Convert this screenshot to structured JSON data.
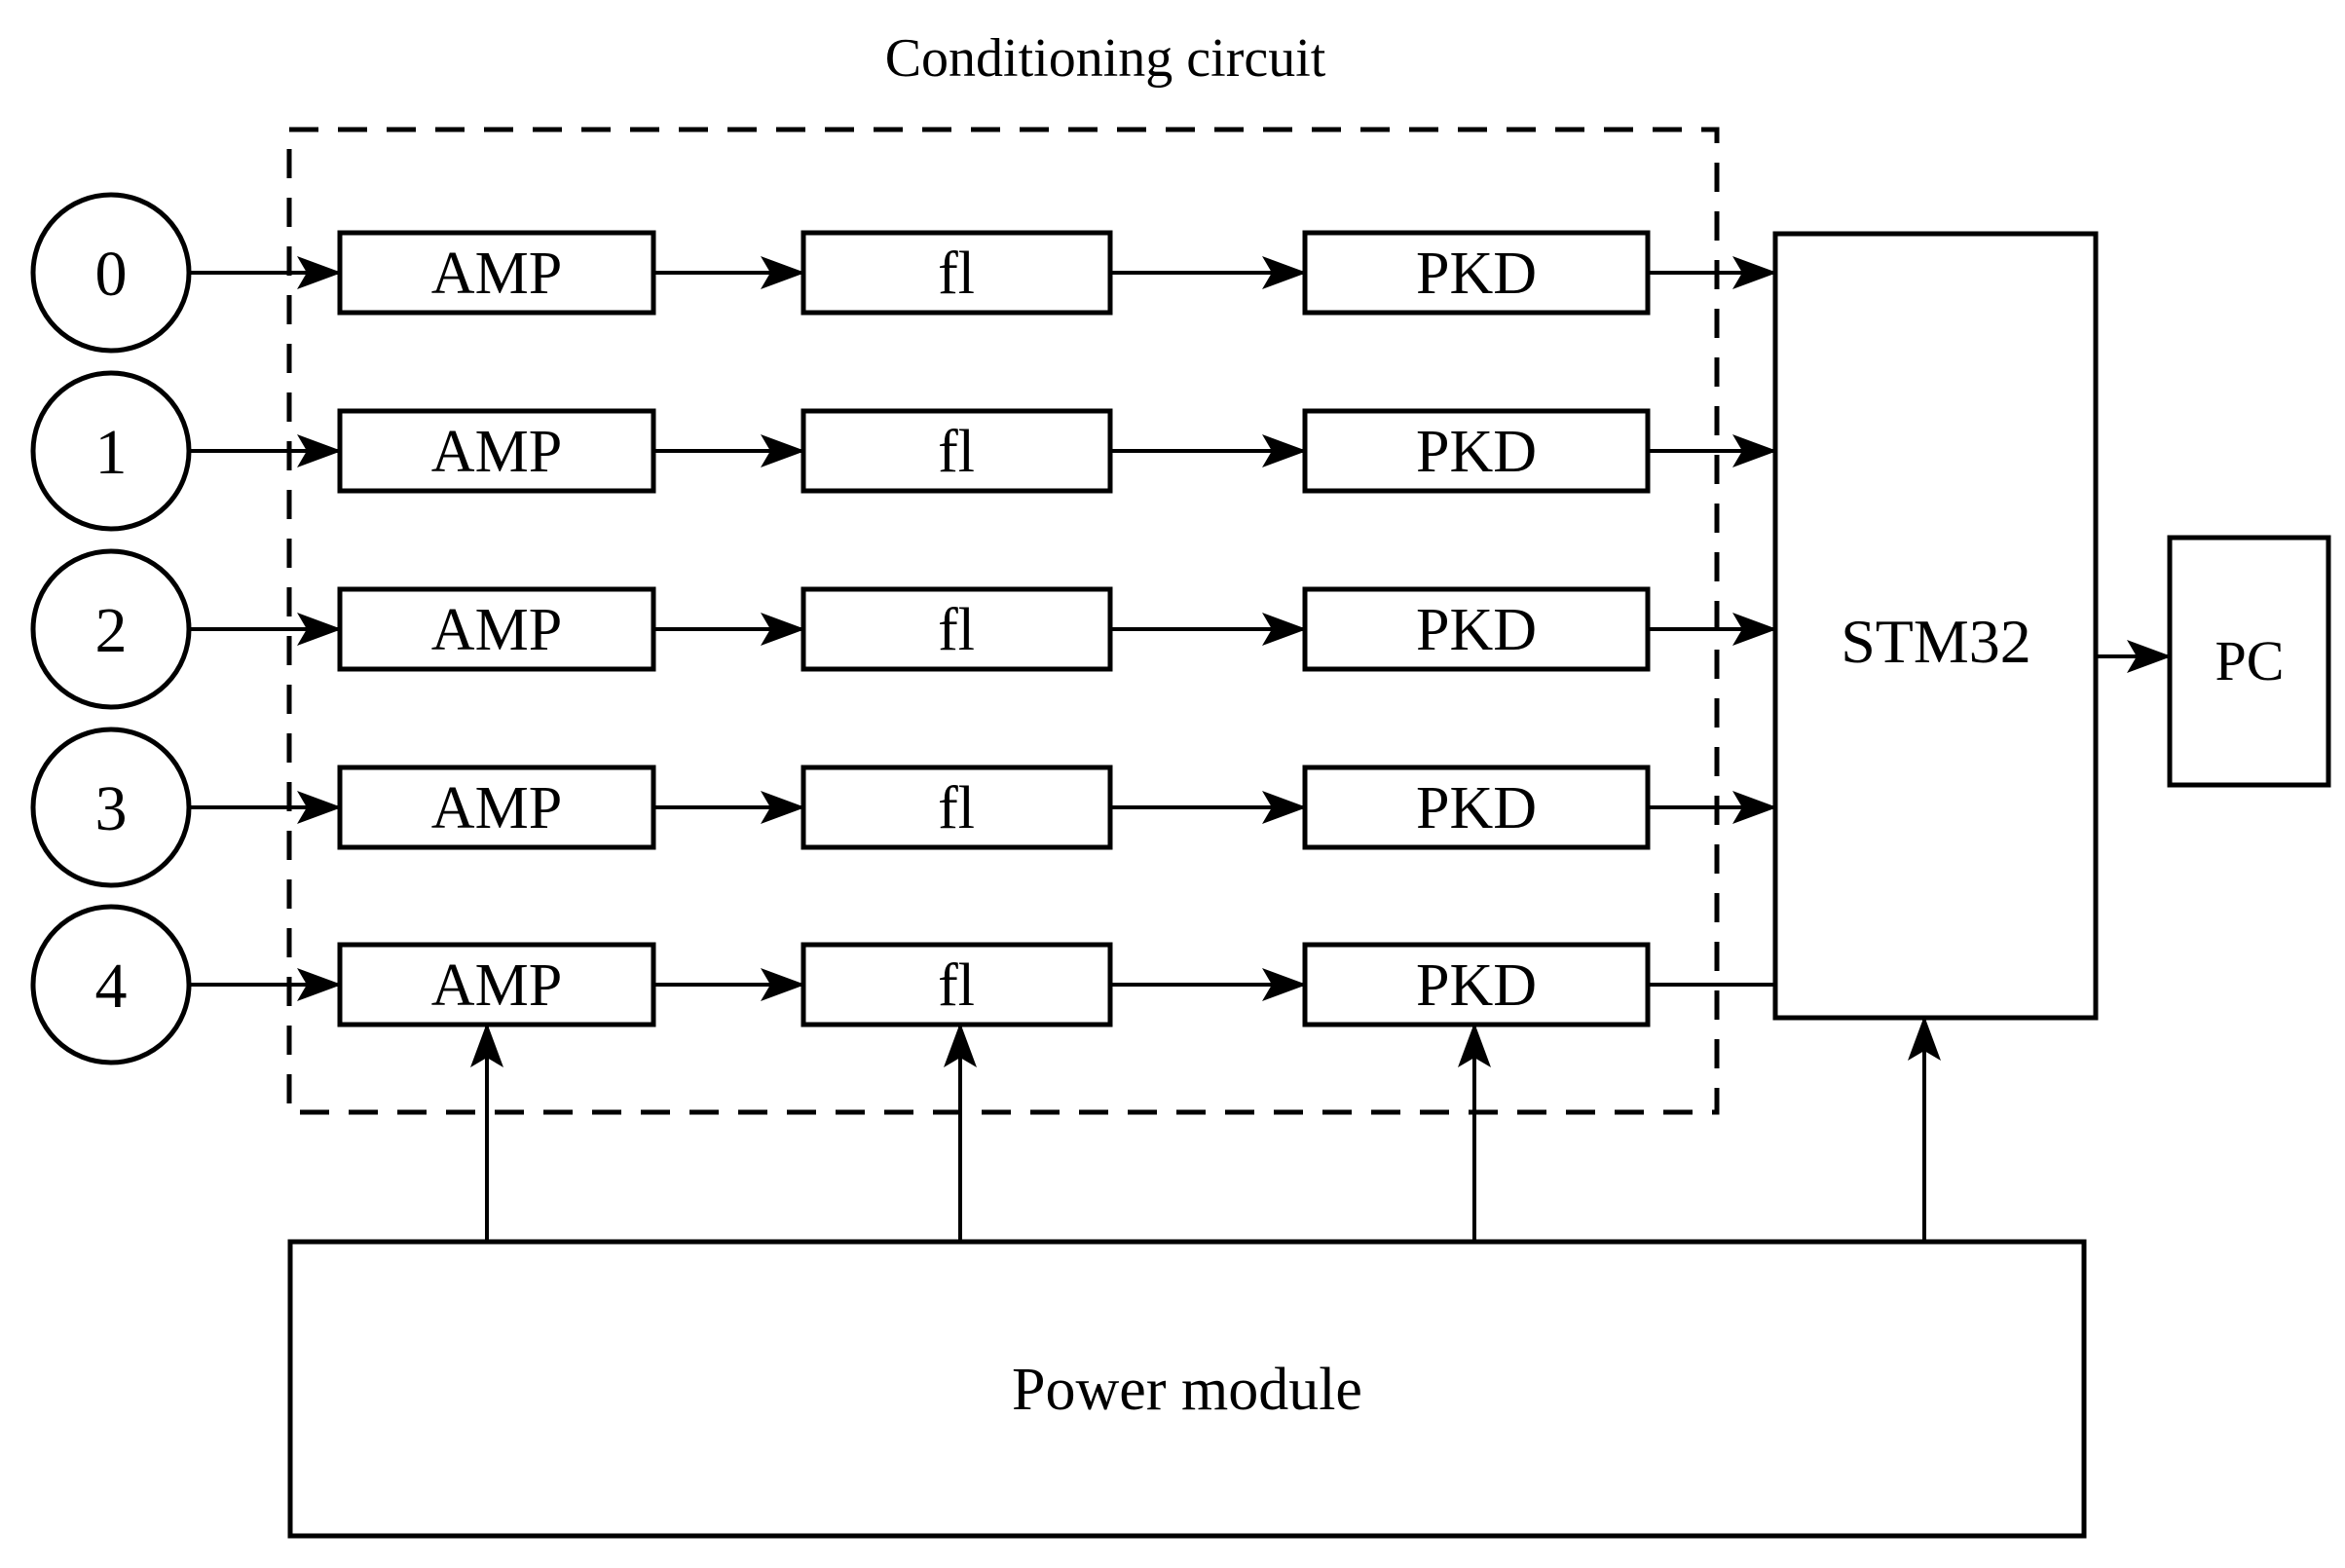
{
  "diagram": {
    "title": "Conditioning circuit",
    "rows": [
      {
        "channel": "0",
        "amp": "AMP",
        "filter": "fl",
        "pkd": "PKD"
      },
      {
        "channel": "1",
        "amp": "AMP",
        "filter": "fl",
        "pkd": "PKD"
      },
      {
        "channel": "2",
        "amp": "AMP",
        "filter": "fl",
        "pkd": "PKD"
      },
      {
        "channel": "3",
        "amp": "AMP",
        "filter": "fl",
        "pkd": "PKD"
      },
      {
        "channel": "4",
        "amp": "AMP",
        "filter": "fl",
        "pkd": "PKD"
      }
    ],
    "mcu_label": "STM32",
    "pc_label": "PC",
    "power_label": "Power module",
    "colors": {
      "stroke": "#000000",
      "background": "#ffffff"
    }
  }
}
